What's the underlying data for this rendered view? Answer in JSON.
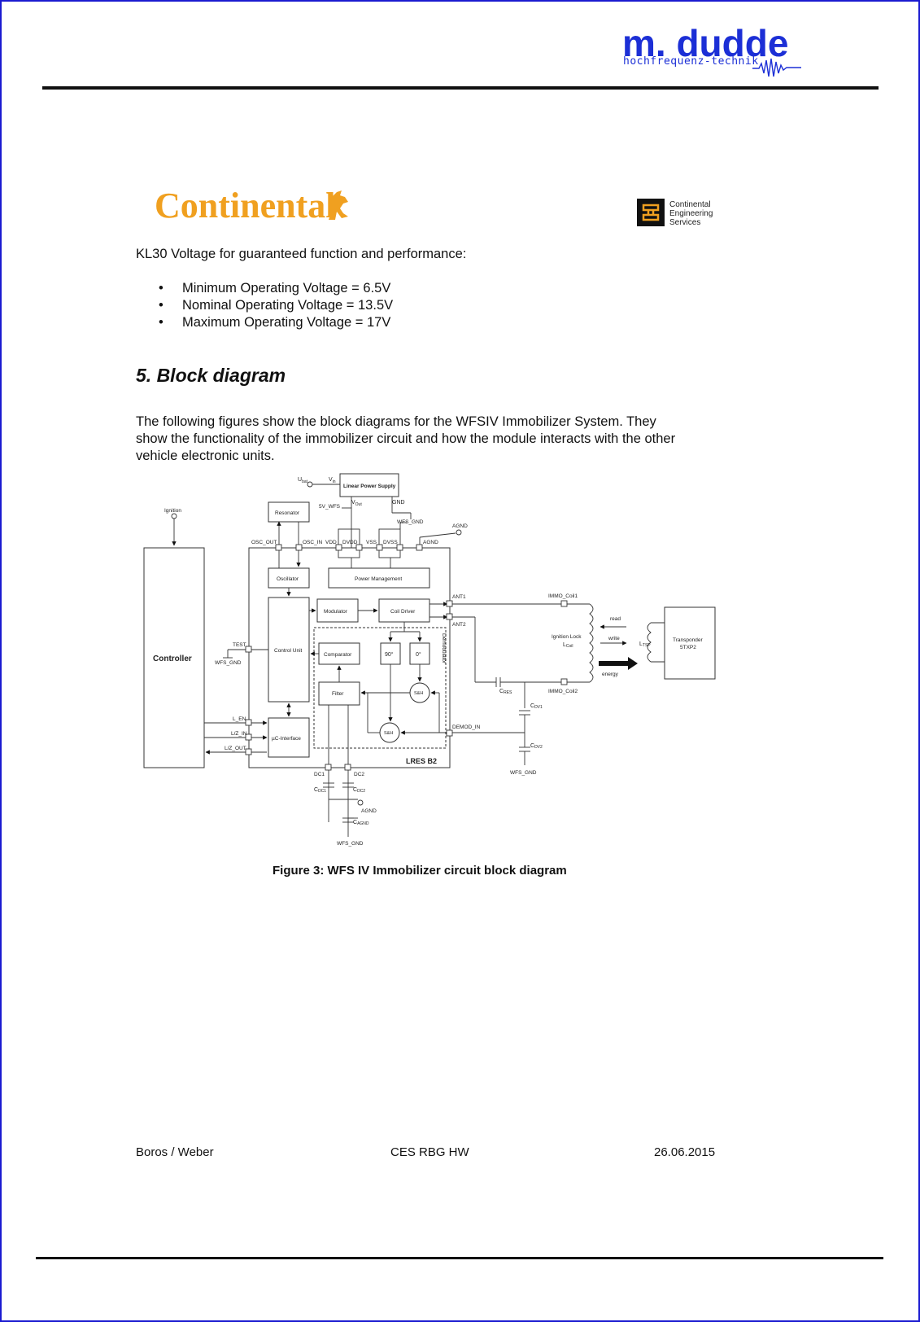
{
  "header": {
    "company_name": "m. dudde",
    "company_sub": "hochfrequenz-technik"
  },
  "logos": {
    "continental": "Continental",
    "ces_lines": [
      "Continental",
      "Engineering",
      "Services"
    ]
  },
  "intro": "KL30 Voltage for guaranteed function and performance:",
  "bullets": [
    "Minimum Operating Voltage = 6.5V",
    "Nominal Operating Voltage = 13.5V",
    "Maximum Operating Voltage = 17V"
  ],
  "section_title": "5. Block diagram",
  "paragraph_lines": [
    "The following figures show the block diagrams for the WFSIV Immobilizer System. They",
    "show the functionality of the immobilizer circuit and how the module interacts with the other",
    "vehicle electronic units."
  ],
  "diagram": {
    "u_bat": "U",
    "u_bat_sub": "bat",
    "v_in": "V",
    "v_in_sub": "in",
    "lps": "Linear Power Supply",
    "v_out": "V",
    "v_out_sub": "Out",
    "gnd": "GND",
    "wfs_gnd_top": "WFS_GND",
    "five_v_wfs": "5V_WFS",
    "agnd_top": "AGND",
    "ignition": "Ignition",
    "resonator": "Resonator",
    "osc_out": "OSC_OUT",
    "osc_in": "OSC_IN",
    "vdd": "VDD",
    "dvdd": "DVDD",
    "vss": "VSS",
    "dvss": "DVSS",
    "agnd_pin": "AGND",
    "oscillator": "Oscillator",
    "power_mgmt": "Power Management",
    "controller": "Controller",
    "control_unit": "Control Unit",
    "modulator": "Modulator",
    "coil_driver": "Coil Driver",
    "ant1": "ANT1",
    "ant2": "ANT2",
    "demodulator": "Demodulator",
    "comparator": "Comparator",
    "deg90": "90°",
    "deg0": "0°",
    "filter": "Filter",
    "sh": "S&H",
    "test": "TEST",
    "wfs_gnd_left": "WFS_GND",
    "l_en": "L_EN",
    "lz_in": "L/Z_IN",
    "lz_out": "L/Z_OUT",
    "uc_iface": "µC-Interface",
    "demod_in": "DEMOD_IN",
    "lres": "LRES B2",
    "dc1": "DC1",
    "dc2": "DC2",
    "cdc1": "C",
    "cdc1_sub": "DC1",
    "cdc2": "C",
    "cdc2_sub": "DC2",
    "agnd_bottom": "AGND",
    "cagnd": "C",
    "cagnd_sub": "AGND",
    "wfs_gnd_bottom": "WFS_GND",
    "immo_coil1": "IMMO_Coil1",
    "immo_coil2": "IMMO_Coil2",
    "cres": "C",
    "cres_sub": "RES",
    "cdv1": "C",
    "cdv1_sub": "DV1",
    "cdv2": "C",
    "cdv2_sub": "DV2",
    "wfs_gnd_right": "WFS_GND",
    "ign_lock": "Ignition Lock",
    "l_coil": "L",
    "l_coil_sub": "Coil",
    "read": "read",
    "write": "write",
    "energy": "energy",
    "l_tsp": "L",
    "l_tsp_sub": "TSP",
    "transponder_1": "Transponder",
    "transponder_2": "5TXP2"
  },
  "figure_caption": "Figure 3: WFS IV Immobilizer circuit block diagram",
  "footer": {
    "left": "Boros / Weber",
    "center": "CES RBG HW",
    "right": "26.06.2015"
  },
  "colors": {
    "frame": "#1a1ad0",
    "dudde_blue": "#1c2fd6",
    "continental_orange": "#f0a020"
  }
}
